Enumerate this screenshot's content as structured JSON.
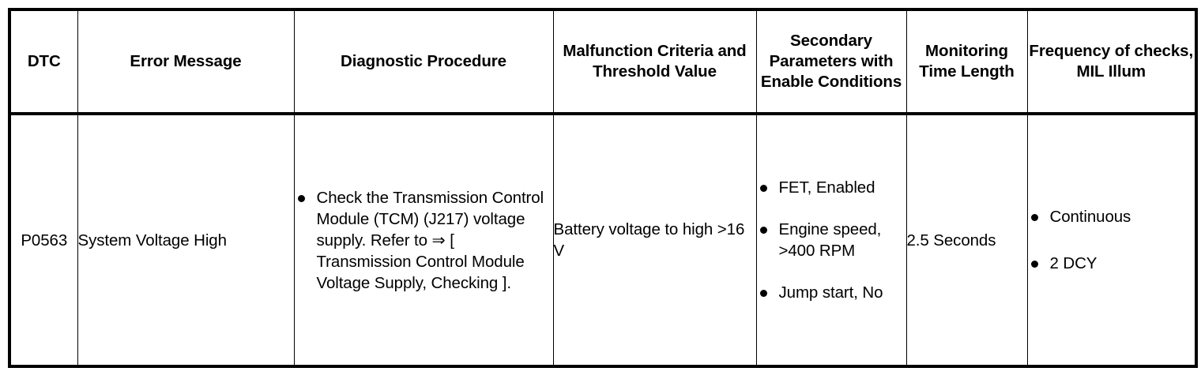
{
  "table": {
    "columns": [
      {
        "key": "dtc",
        "header": "DTC"
      },
      {
        "key": "err",
        "header": "Error Message"
      },
      {
        "key": "proc",
        "header": "Diagnostic Procedure"
      },
      {
        "key": "malf",
        "header": "Malfunction Criteria and Threshold Value"
      },
      {
        "key": "sec",
        "header": "Secondary Parameters with Enable Conditions"
      },
      {
        "key": "mon",
        "header": "Monitoring Time Length"
      },
      {
        "key": "freq",
        "header": "Frequency of checks, MIL Illum"
      }
    ],
    "rows": [
      {
        "dtc": "P0563",
        "err": "System Voltage High",
        "proc_bullets": [
          "Check the Transmission Control Module (TCM) (J217) voltage supply. Refer to ⇒ [ Transmission Control Module Voltage Supply, Checking ]."
        ],
        "malf": "Battery voltage to high >16 V",
        "sec_bullets": [
          "FET, Enabled",
          "Engine speed, >400 RPM",
          "Jump start, No"
        ],
        "mon": "2.5 Seconds",
        "freq_bullets": [
          "Continuous",
          "2 DCY"
        ]
      }
    ]
  },
  "style": {
    "border_color": "#000000",
    "text_color": "#000000",
    "background": "#ffffff",
    "bullet_glyph": "filled-circle"
  }
}
